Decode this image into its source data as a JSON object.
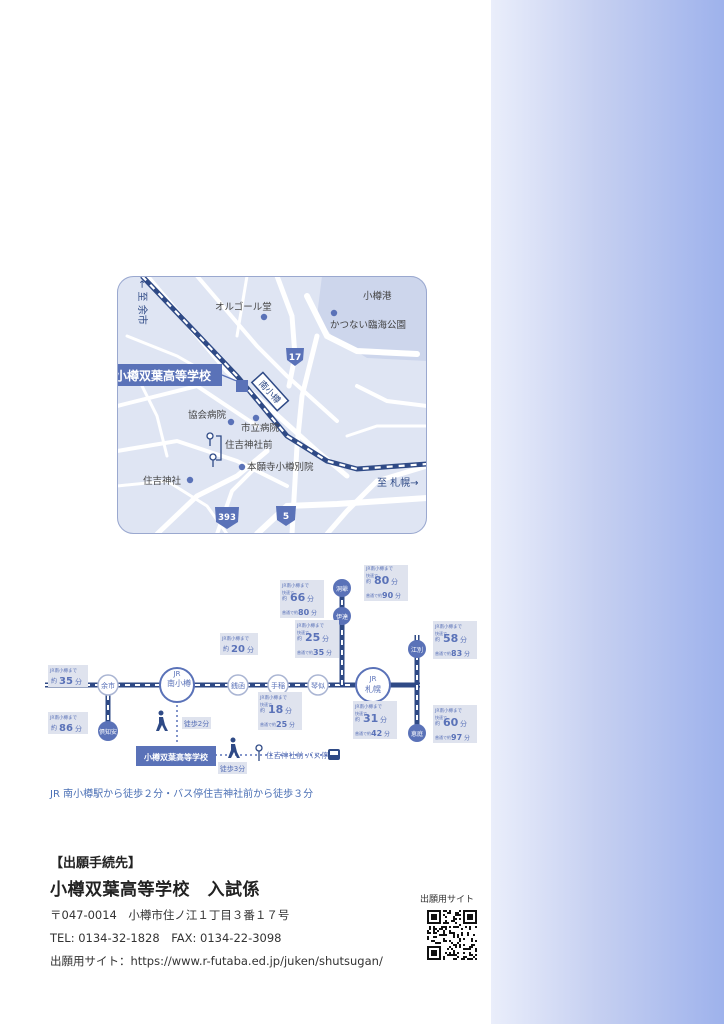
{
  "map": {
    "school_name": "小樽双葉高等学校",
    "direction_yoichi": "← 至 余市",
    "direction_sapporo": "至 札幌→",
    "station": "南小樽",
    "landmarks": {
      "orgel": "オルゴール堂",
      "port": "小樽港",
      "park": "かつない臨海公園",
      "kyokai": "協会病院",
      "shiritsu": "市立病院",
      "bus_stop": "住吉神社前",
      "honganji": "本願寺小樽別院",
      "sumiyoshi": "住吉神社"
    },
    "routes": {
      "r17": "17",
      "r393": "393",
      "r5": "5"
    }
  },
  "route_map": {
    "jr": "JR",
    "stations": {
      "yoichi": "余市",
      "minami_otaru_line1": "南",
      "minami_otaru_line2": "小樽",
      "zenibako": "銭函",
      "teine": "手稲",
      "kotoni": "琴似",
      "sapporo": "札幌",
      "kutchan": "倶知安",
      "toya": "洞爺",
      "date": "伊達",
      "ebetsu": "江別",
      "kitahiroshima": "恵庭"
    },
    "boxes": {
      "yoichi": {
        "head": "JR南小樽まで",
        "ltr": "約",
        "val": "35",
        "unit": "分"
      },
      "kutchan": {
        "head": "JR南小樽まで",
        "ltr": "約",
        "val": "86",
        "unit": "分"
      },
      "zenibako": {
        "head": "JR南小樽まで",
        "ltr": "約",
        "val": "20",
        "unit": "分"
      },
      "toya": {
        "head": "JR南小樽まで",
        "sub1": "快速で",
        "ltr": "約",
        "val": "66",
        "unit": "分",
        "sub2": "普通で約",
        "val2": "80",
        "unit2": "分"
      },
      "date": {
        "head": "JR南小樽まで",
        "sub1": "快速で",
        "ltr": "約",
        "val": "80",
        "unit": "分",
        "sub2": "普通で約",
        "val2": "90",
        "unit2": "分"
      },
      "kotoni": {
        "head": "JR南小樽まで",
        "sub1": "快速で",
        "ltr": "約",
        "val": "25",
        "unit": "分",
        "sub2": "普通で約",
        "val2": "35",
        "unit2": "分"
      },
      "ebetsu": {
        "head": "JR南小樽まで",
        "sub1": "快速で",
        "ltr": "約",
        "val": "58",
        "unit": "分",
        "sub2": "普通で約",
        "val2": "83",
        "unit2": "分"
      },
      "teine": {
        "head": "JR南小樽まで",
        "sub1": "快速で",
        "ltr": "約",
        "val": "18",
        "unit": "分",
        "sub2": "普通で約",
        "val2": "25",
        "unit2": "分"
      },
      "sapporo": {
        "head": "JR南小樽まで",
        "sub1": "快速で",
        "ltr": "約",
        "val": "31",
        "unit": "分",
        "sub2": "普通で約",
        "val2": "42",
        "unit2": "分"
      },
      "kitahiroshima": {
        "head": "JR南小樽まで",
        "sub1": "快速で",
        "ltr": "約",
        "val": "60",
        "unit": "分",
        "sub2": "普通で約",
        "val2": "97",
        "unit2": "分"
      }
    },
    "walk_station": "徒歩2分",
    "walk_bus": "徒歩3分",
    "school_label": "小樽双葉高等学校",
    "bus_stop_label": "住吉神社前 バス停"
  },
  "access_note": "JR 南小樽駅から徒歩２分・バス停住吉神社前から徒歩３分",
  "contact": {
    "heading": "【出願手続先】",
    "name": "小樽双葉高等学校　入試係",
    "address": "〒047-0014　小樽市住ノ江１丁目３番１７号",
    "tel_fax": "TEL: 0134-32-1828　FAX: 0134-22-3098",
    "site": "出願用サイト：https://www.r-futaba.ed.jp/juken/shutsugan/"
  },
  "qr": {
    "label": "出願用サイト"
  },
  "colors": {
    "accent": "#5a72b8",
    "map_bg": "#dfe5f3",
    "road": "#ffffff",
    "rail": "#2f4a86",
    "box_bg": "#dfe3ee"
  }
}
